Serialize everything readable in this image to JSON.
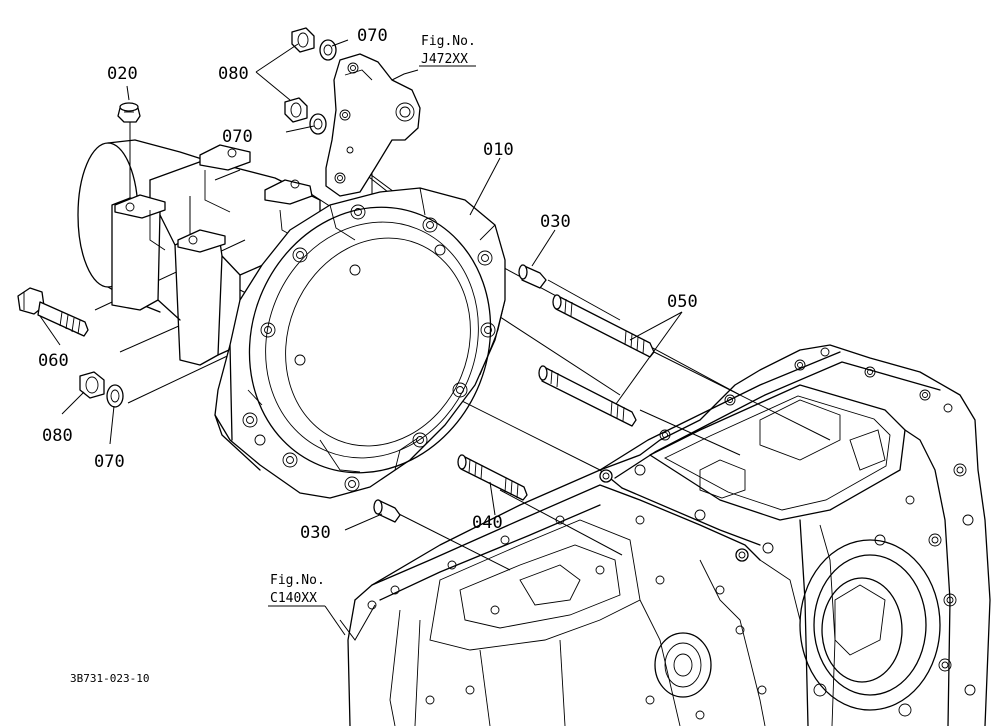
{
  "parts": {
    "p010": "010",
    "p020": "020",
    "p030_top": "030",
    "p030_bottom": "030",
    "p040": "040",
    "p050": "050",
    "p060": "060",
    "p070_top": "070",
    "p070_mid": "070",
    "p070_bottom": "070",
    "p080_top": "080",
    "p080_bottom": "080"
  },
  "figure_refs": {
    "top": {
      "line1": "Fig.No.",
      "line2": "J472XX"
    },
    "bottom": {
      "line1": "Fig.No.",
      "line2": "C140XX"
    }
  },
  "drawing_code": "3B731-023-10"
}
